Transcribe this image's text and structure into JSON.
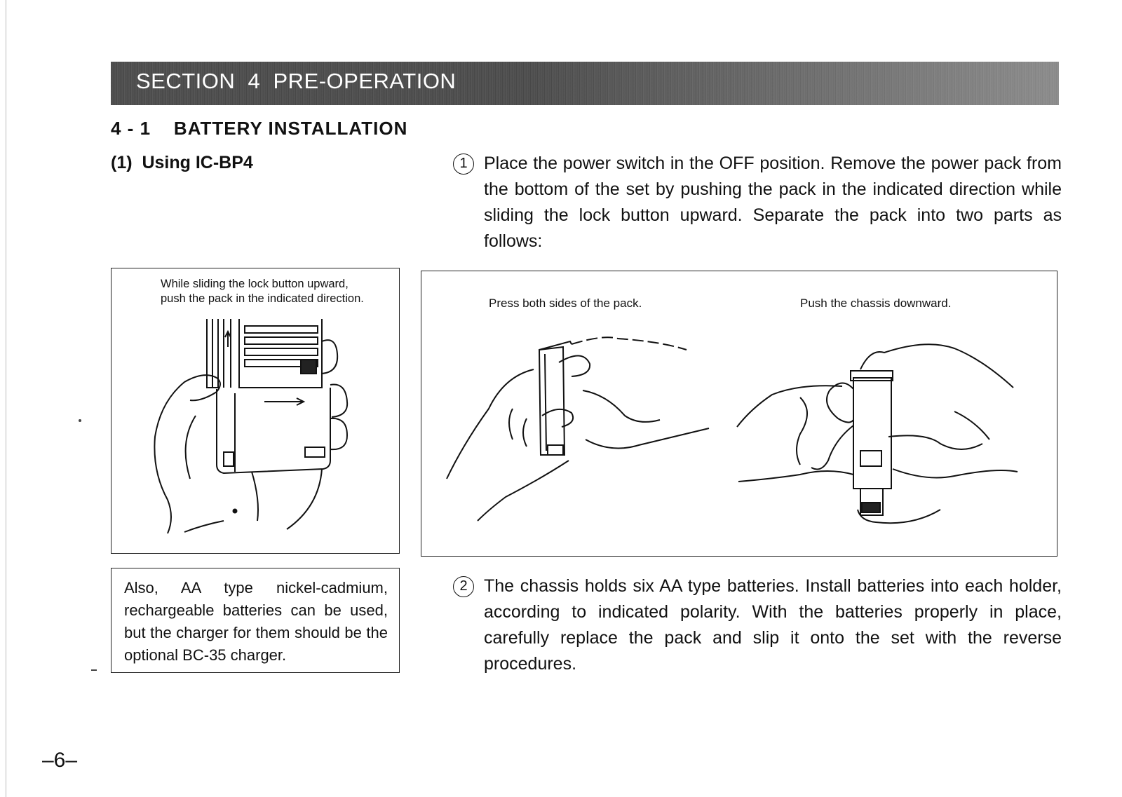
{
  "section": {
    "title": "SECTION  4  PRE-OPERATION"
  },
  "heading": {
    "number": "4 - 1",
    "title": "BATTERY INSTALLATION",
    "full": "4 - 1    BATTERY INSTALLATION"
  },
  "subheading": "(1)  Using IC-BP4",
  "steps": [
    {
      "num": "1",
      "text": "Place the power switch in the OFF position.  Remove the power pack from the bottom of the set by pushing the pack in the indicated direction while sliding the lock button upward. Separate the pack into two parts as follows:"
    },
    {
      "num": "2",
      "text": "The chassis holds six AA type batteries.  Install batteries into each holder, according to indicated polarity.  With the batteries properly in place, carefully replace the pack and slip it onto the set with the reverse procedures."
    }
  ],
  "figure_left": {
    "caption": "While sliding the lock button upward, push the pack in the indicated direction."
  },
  "figure_right": {
    "caption_left": "Press both sides of the pack.",
    "caption_right": "Push the chassis downward."
  },
  "note": "Also, AA type nickel-cadmium, rechargeable batteries can be used, but the charger for them should be the optional BC-35 charger.",
  "page_number": "–6–"
}
